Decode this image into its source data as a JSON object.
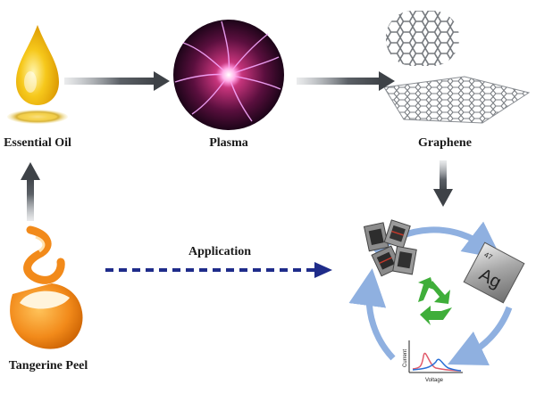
{
  "nodes": {
    "essential_oil": {
      "label": "Essential Oil"
    },
    "plasma": {
      "label": "Plasma"
    },
    "graphene": {
      "label": "Graphene"
    },
    "tangerine_peel": {
      "label": "Tangerine Peel"
    }
  },
  "edges": {
    "application": {
      "label": "Application"
    }
  },
  "cycle": {
    "ag_tile": {
      "symbol": "Ag",
      "number": "47"
    },
    "plot": {
      "ylabel": "Current",
      "xlabel": "Voltage"
    },
    "recycle_color": "#3fae3a"
  },
  "colors": {
    "arrow_gray": "#555a60",
    "dash_blue": "#1f2c8a",
    "cycle_blue": "#8fb0e0",
    "oil_gold": "#f2b705",
    "orange": "#f28a1a"
  }
}
